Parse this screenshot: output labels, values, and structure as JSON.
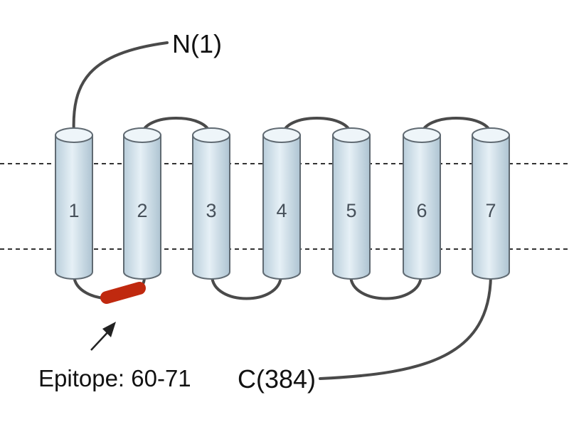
{
  "diagram": {
    "helices": [
      "1",
      "2",
      "3",
      "4",
      "5",
      "6",
      "7"
    ],
    "n_terminus_label": "N(1)",
    "c_terminus_label": "C(384)",
    "epitope_label": "Epitope: 60-71",
    "colors": {
      "helix_fill": "#d4e3ec",
      "helix_outline": "#606a72",
      "loop": "#4a4a4a",
      "epitope": "#c0290f",
      "membrane_line": "#333333"
    }
  }
}
